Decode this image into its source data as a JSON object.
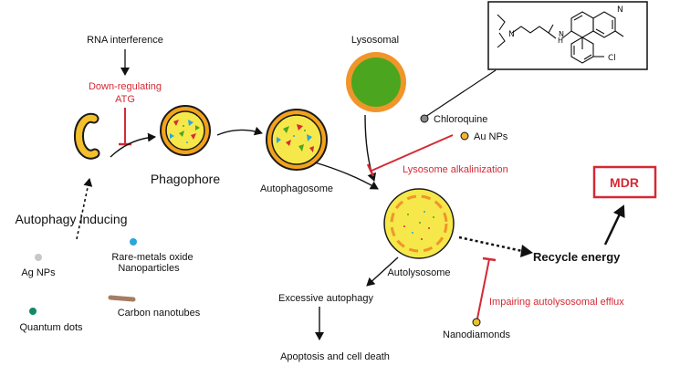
{
  "labels": {
    "rna_interference": "RNA interference",
    "down_regulating": "Down-regulating",
    "atg": "ATG",
    "phagophore": "Phagophore",
    "autophagosome": "Autophagosome",
    "lysosomal": "Lysosomal",
    "autolysosome": "Autolysosome",
    "autophagy_inducing": "Autophagy inducing",
    "ag_nps": "Ag NPs",
    "rare_metals_line1": "Rare-metals oxide",
    "rare_metals_line2": "Nanoparticles",
    "carbon_nanotubes": "Carbon nanotubes",
    "quantum_dots": "Quantum dots",
    "chloroquine": "Chloroquine",
    "au_nps": "Au NPs",
    "lysosome_alkalinization": "Lysosome alkalinization",
    "recycle_energy": "Recycle energy",
    "mdr": "MDR",
    "excessive_autophagy": "Excessive autophagy",
    "apoptosis": "Apoptosis and cell death",
    "impairing_efflux": "Impairing autolysosomal efflux",
    "nanodiamonds": "Nanodiamonds",
    "structure_n": "N",
    "structure_h": "H",
    "structure_n2": "N",
    "structure_n3": "N",
    "structure_cl": "Cl"
  },
  "colors": {
    "inhibit_red": "#d42a35",
    "vesicle_yellow": "#f6e84a",
    "vesicle_rim": "#1a1a1a",
    "vesicle_orange": "#f3a21c",
    "lysosome_green": "#4ca51e",
    "lysosome_orange": "#f0952a",
    "ag_grey": "#c8c8c8",
    "rare_blue": "#2aa6dc",
    "quantum_teal": "#0f8a66",
    "nanotube_brown": "#a67c62",
    "chloroquine_grey": "#8a8a8a",
    "au_gold": "#f4b533",
    "nanodiamond_yellow": "#e7c22b"
  }
}
